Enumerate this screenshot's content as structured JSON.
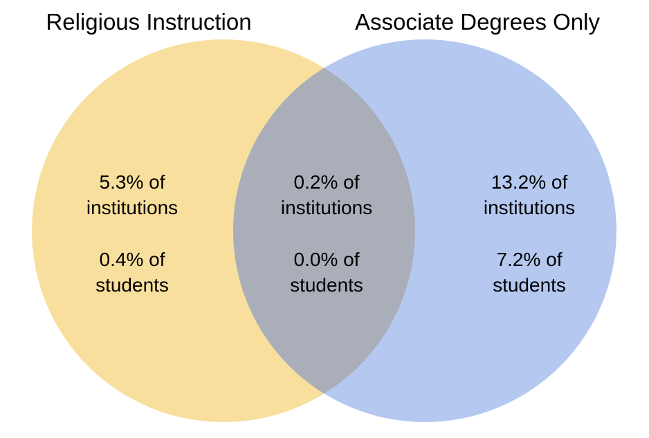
{
  "titles": {
    "left": "Religious Instruction",
    "right": "Associate Degrees Only"
  },
  "regions": {
    "left": {
      "institutions_value": "5.3% of",
      "institutions_label": "institutions",
      "students_value": "0.4% of",
      "students_label": "students"
    },
    "intersection": {
      "institutions_value": "0.2% of",
      "institutions_label": "institutions",
      "students_value": "0.0% of",
      "students_label": "students"
    },
    "right": {
      "institutions_value": "13.2% of",
      "institutions_label": "institutions",
      "students_value": "7.2% of",
      "students_label": "students"
    }
  },
  "colors": {
    "left_circle": "#F8DF9E",
    "right_circle": "#B4C8F0",
    "overlap": "#A9AEB8",
    "text": "#000000",
    "background": "#FFFFFF"
  },
  "chart_data": {
    "type": "venn",
    "sets": [
      {
        "name": "Religious Instruction",
        "institutions_pct": 5.3,
        "students_pct": 0.4
      },
      {
        "name": "Associate Degrees Only",
        "institutions_pct": 13.2,
        "students_pct": 7.2
      }
    ],
    "intersection": {
      "institutions_pct": 0.2,
      "students_pct": 0.0
    },
    "value_labels": "percent of institutions and percent of students per region",
    "legend_position": "titles-above-circles",
    "grid": false
  }
}
